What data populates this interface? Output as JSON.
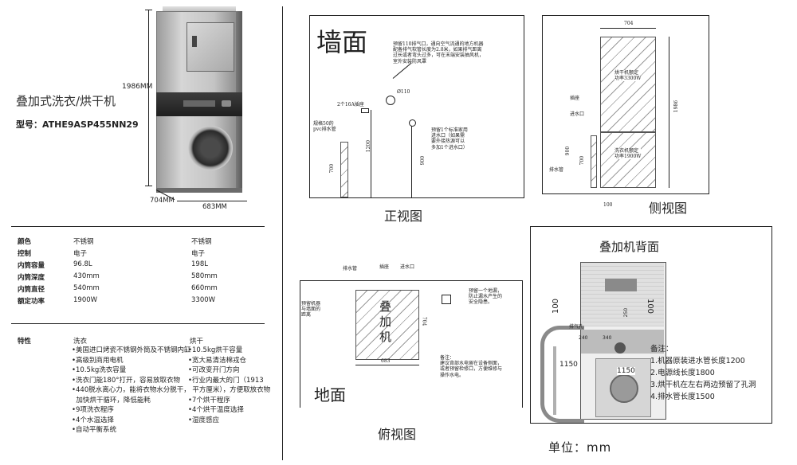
{
  "product": {
    "dimension_height": "1986MM",
    "dimension_depth": "704MM",
    "dimension_width": "683MM",
    "name": "叠加式洗衣/烘干机",
    "model_label": "型号：",
    "model": "ATHE9ASP455NN29"
  },
  "specs": [
    {
      "label": "颜色",
      "washer": "不锈钢",
      "dryer": "不锈钢"
    },
    {
      "label": "控制",
      "washer": "电子",
      "dryer": "电子"
    },
    {
      "label": "内筒容量",
      "washer": "96.8L",
      "dryer": "198L"
    },
    {
      "label": "内筒深度",
      "washer": "430mm",
      "dryer": "580mm"
    },
    {
      "label": "内筒直径",
      "washer": "540mm",
      "dryer": "660mm"
    },
    {
      "label": "额定功率",
      "washer": "1900W",
      "dryer": "3300W"
    }
  ],
  "features": {
    "label": "特性",
    "washer_title": "洗衣",
    "dryer_title": "烘干",
    "washer": [
      "•美国进口烤瓷不锈钢外筒及不锈钢内缸",
      "•高级别商用电机",
      "•10.5kg洗衣容量",
      "•洗衣门能180°打开，容易放取衣物",
      "•440脱水离心力，能将衣物水分脱干，",
      "  加快烘干循环，降低能耗",
      "•9项洗衣程序",
      "•4个水温选择",
      "•自动平衡系统"
    ],
    "dryer": [
      "•10.5kg烘干容量",
      "•宽大易清洁棉戎仓",
      "•可改变开门方向",
      "•行业内最大的门（1913",
      "  平方厘米），方便取放衣物",
      "•7个烘干程序",
      "•4个烘干温度选择",
      "•湿度感应"
    ]
  },
  "front_view": {
    "title": "墙面",
    "caption": "正视图",
    "note_top": [
      "预留110排气口，通向空气流通的地方机器",
      "配备排气软管长度为2.8米，如果排气距离",
      "过长或者弯头过多，可在末端安装抽风机，",
      "室外安装防风罩"
    ],
    "diameter": "Ø110",
    "socket": "2个16A插座",
    "drain_note": [
      "规格50的",
      "pvc排水管"
    ],
    "inlet_note": [
      "预留1个标准家用",
      "进水口（如果需",
      "要外接热源可以",
      "多加1个进水口）"
    ],
    "dim_700": "700",
    "dim_1200": "1200",
    "dim_900": "900"
  },
  "side_view": {
    "caption": "侧视图",
    "width": "704",
    "height": "1986",
    "dryer_label": [
      "烘干机额定",
      "功率3300W"
    ],
    "washer_label": [
      "洗衣机额定",
      "功率1900W"
    ],
    "socket": "插座",
    "inlet": "进水口",
    "drain": "排水管",
    "dim_900": "900",
    "dim_700": "700",
    "dim_100": "100"
  },
  "top_view": {
    "caption": "俯视图",
    "floor": "地面",
    "stack_text": [
      "叠",
      "加",
      "机"
    ],
    "drain": "排水管",
    "socket": "插座",
    "inlet": "进水口",
    "left_note": [
      "预留机器",
      "与墙面的",
      "距离"
    ],
    "right_note": [
      "预留一个地漏，",
      "防止漏水产生的",
      "安全隐患。"
    ],
    "bottom_note": [
      "备注：",
      "建议背部水电留在设备侧面，",
      "或者预留检修口，方便维修与",
      "操作水电。"
    ],
    "width": "683",
    "depth": "704"
  },
  "back_view": {
    "title": "叠加机背面",
    "notes_title": "备注：",
    "notes": [
      "1.机器原装进水管长度1200",
      "2.电源线长度1800",
      "3.烘干机在左右两边预留了孔洞",
      "4.排水管长度1500"
    ],
    "dim_100_left": "100",
    "dim_100_right": "100",
    "dim_1150_left": "1150",
    "dim_1150_right": "1150",
    "dim_240": "240",
    "dim_340": "340",
    "dim_250": "250",
    "exhaust": "排气孔"
  },
  "unit": "单位：mm"
}
